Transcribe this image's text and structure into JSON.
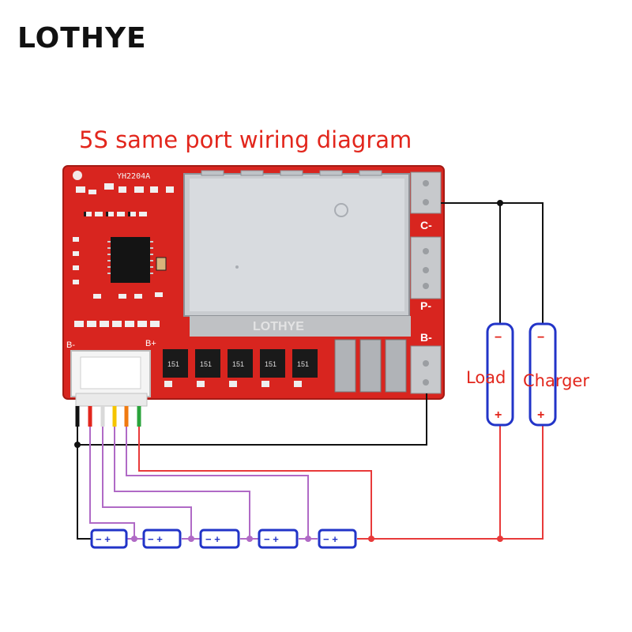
{
  "brand": "LOTHYE",
  "title": "5S same port wiring diagram",
  "board": {
    "model": "YH2204A",
    "watermark": "LOTHYE",
    "port_c_minus": "C-",
    "port_p_minus": "P-",
    "port_b_minus": "B-",
    "pad_b_minus": "B-",
    "pad_b_plus": "B+",
    "mosfet_code": "151",
    "connector_wire_colors": [
      "#111111",
      "#e2261c",
      "#f2f2f2",
      "#f5c400",
      "#f07a10",
      "#2aa33b"
    ]
  },
  "devices": {
    "load": {
      "label": "Load",
      "minus": "−",
      "plus": "+"
    },
    "charger": {
      "label": "Charger",
      "minus": "−",
      "plus": "+"
    }
  },
  "battery_pack": {
    "cell_count": 5,
    "cell_label": "− +"
  },
  "colors": {
    "title_red": "#e2261c",
    "wire_black": "#111111",
    "wire_red": "#e83a3a",
    "wire_purple": "#b06ac6",
    "cell_blue": "#2234c8",
    "pcb_red": "#d8251f"
  }
}
